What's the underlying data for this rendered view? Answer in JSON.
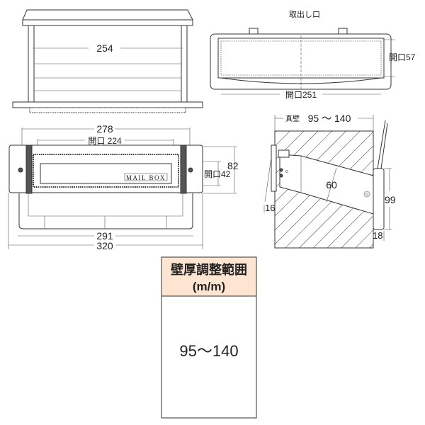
{
  "top_view": {
    "width_label": "254"
  },
  "rear_view": {
    "title": "取出し口",
    "height_label": "開口57",
    "width_label": "開口251"
  },
  "front_view": {
    "overall_278": "278",
    "opening_width": "開口 224",
    "opening_height": "開口42",
    "height_82": "82",
    "width_291": "291",
    "width_320": "320",
    "nameplate": "MAIL BOX"
  },
  "side_view": {
    "wall_label": "真壁",
    "wall_range": "95 ～ 140",
    "depth_60": "60",
    "flange_16": "16",
    "height_99": "99",
    "rear_18": "18"
  },
  "spec_table": {
    "header_line1": "壁厚調整範囲",
    "header_line2": "(m/m)",
    "value": "95～140",
    "header_color": "#fde5d2"
  }
}
